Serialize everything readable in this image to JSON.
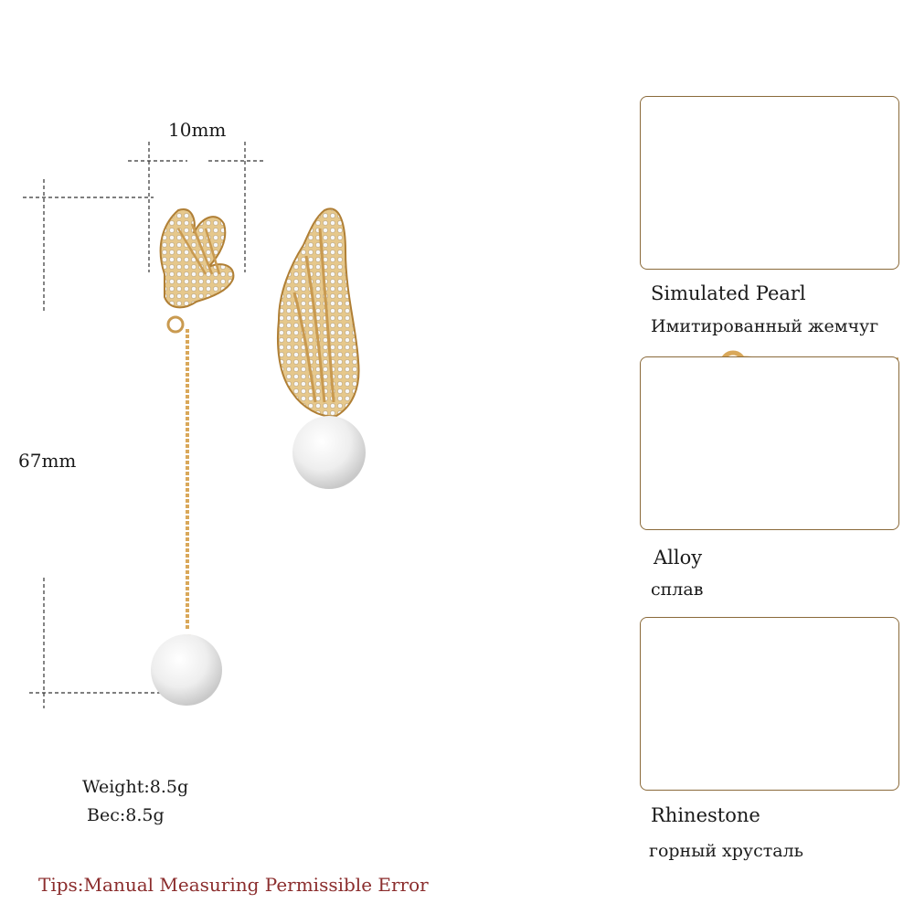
{
  "dimensions": {
    "width_label": "10mm",
    "length_label": "67mm"
  },
  "specs": {
    "weight": "Weight:8.5g",
    "weight_ru": "Bec:8.5g"
  },
  "tips": "Tips:Manual Measuring Permissible Error",
  "details": [
    {
      "label_en": "Simulated Pearl",
      "label_ru": "Имитированный жемчуг"
    },
    {
      "label_en": "Alloy",
      "label_ru": "сплав"
    },
    {
      "label_en": "Rhinestone",
      "label_ru": "горный хрусталь"
    }
  ],
  "colors": {
    "gold": "#d9a85a",
    "gold_dark": "#b07f35",
    "pearl": "#f2f2f2",
    "box_border": "#8a6a3a",
    "tips_text": "#8b2d2d"
  }
}
